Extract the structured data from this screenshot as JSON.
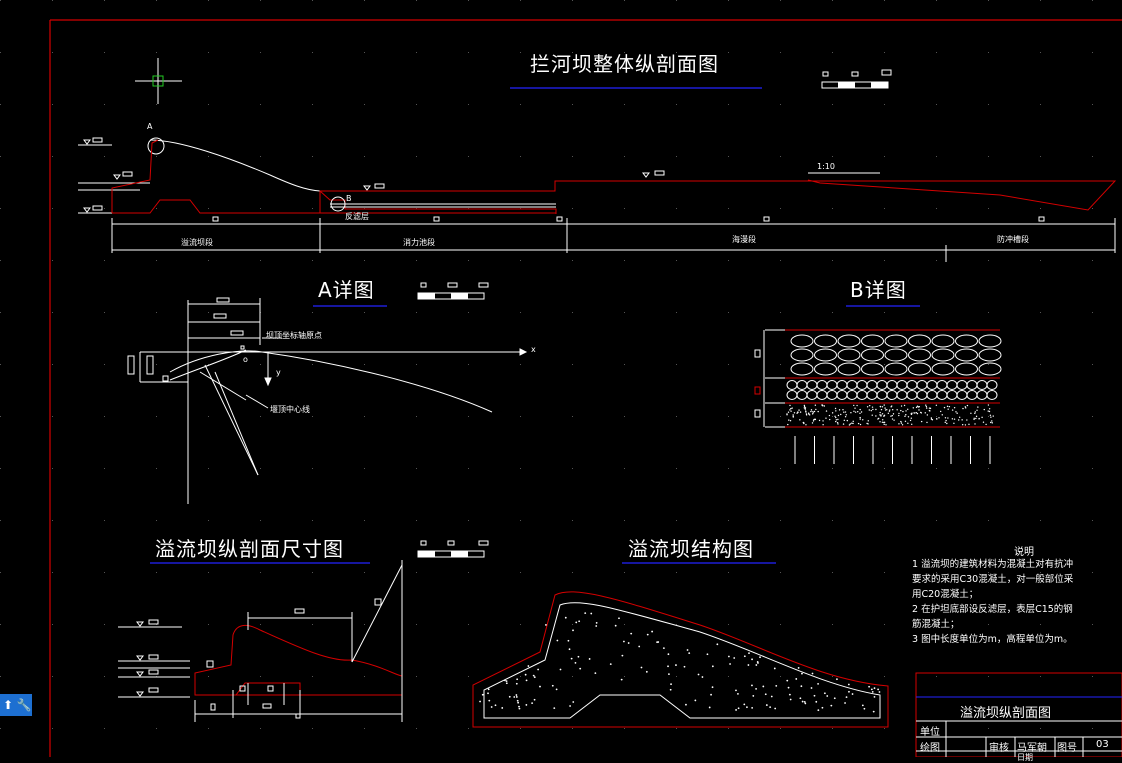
{
  "titles": {
    "main": "拦河坝整体纵剖面图",
    "detail_a": "A详图",
    "detail_b": "B详图",
    "dim": "溢流坝纵剖面尺寸图",
    "struct": "溢流坝结构图"
  },
  "profile_labels": {
    "point_a": "A",
    "point_b": "B",
    "filter": "反滤层",
    "slope": "1:10",
    "sections": [
      "溢流坝段",
      "消力池段",
      "海漫段",
      "防冲槽段"
    ]
  },
  "detail_a_labels": {
    "origin": "坝顶坐标轴原点",
    "center": "堰顶中心线",
    "x": "x",
    "y": "y",
    "o": "o"
  },
  "notes": {
    "heading": "说明",
    "lines": [
      "1 溢流坝的建筑材料为混凝土对有抗冲",
      "要求的采用C30混凝土，对一般部位采",
      "用C20混凝土；",
      "2 在护坦底部设反滤层，表层C15的钢",
      "筋混凝土；",
      "3 图中长度单位为m，高程单位为m。"
    ]
  },
  "title_block": {
    "drawing_name": "溢流坝纵剖面图",
    "unit_label": "单位",
    "drawer_label": "绘图",
    "reviewer_label": "审核",
    "reviewer_name": "马军朝",
    "drawing_no_label": "图号",
    "drawing_no": "03",
    "date_label": "日期"
  },
  "toolbar": {
    "icon1": "arrow-icon",
    "icon2": "wrench-icon"
  },
  "colors": {
    "frame": "#d40000",
    "underline": "#2424ff",
    "line": "#ffffff",
    "cursor": "#22cc22"
  }
}
